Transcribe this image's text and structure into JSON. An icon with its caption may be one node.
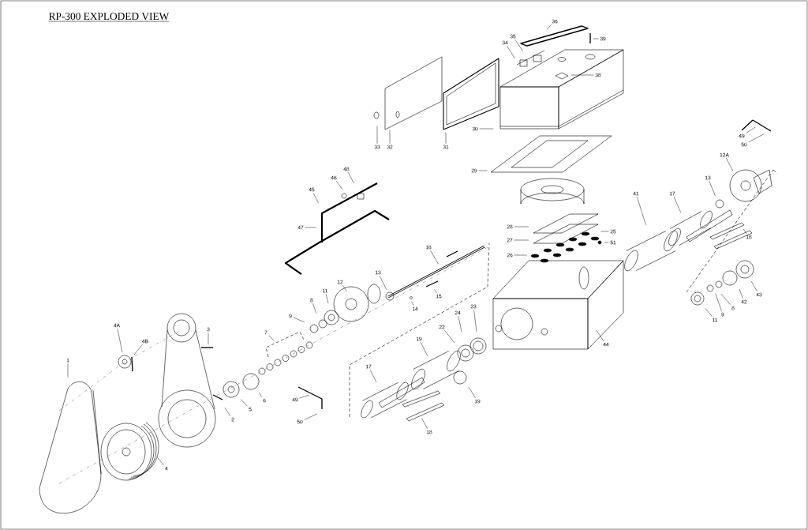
{
  "diagram": {
    "title": "RP-300 EXPLODED VIEW",
    "nodes": [
      {
        "text": [
          "36"
        ]
      },
      {
        "text": [
          "35"
        ]
      },
      {
        "text": [
          "39"
        ]
      },
      {
        "text": [
          "34"
        ]
      },
      {
        "text": [
          "38"
        ]
      },
      {
        "text": [
          "30"
        ]
      },
      {
        "text": [
          "49"
        ]
      },
      {
        "text": [
          "50"
        ]
      },
      {
        "text": [
          "33"
        ]
      },
      {
        "text": [
          "32"
        ]
      },
      {
        "text": [
          "31"
        ]
      },
      {
        "text": [
          "12A"
        ]
      },
      {
        "text": [
          "48"
        ]
      },
      {
        "text": [
          "29"
        ]
      },
      {
        "text": [
          "46"
        ]
      },
      {
        "text": [
          "13"
        ]
      },
      {
        "text": [
          "45"
        ]
      },
      {
        "text": [
          "17"
        ]
      },
      {
        "text": [
          "41"
        ]
      },
      {
        "text": [
          "47"
        ]
      },
      {
        "text": [
          "28"
        ]
      },
      {
        "text": [
          "25"
        ]
      },
      {
        "text": [
          "18"
        ]
      },
      {
        "text": [
          "27"
        ]
      },
      {
        "text": [
          "51"
        ]
      },
      {
        "text": [
          "16"
        ]
      },
      {
        "text": [
          "26"
        ]
      },
      {
        "text": [
          "13"
        ]
      },
      {
        "text": [
          "12"
        ]
      },
      {
        "text": [
          "43"
        ]
      },
      {
        "text": [
          "15"
        ]
      },
      {
        "text": [
          "42"
        ]
      },
      {
        "text": [
          "11"
        ]
      },
      {
        "text": [
          "14"
        ]
      },
      {
        "text": [
          "8"
        ]
      },
      {
        "text": [
          "23"
        ]
      },
      {
        "text": [
          "8"
        ]
      },
      {
        "text": [
          "9"
        ]
      },
      {
        "text": [
          "9"
        ]
      },
      {
        "text": [
          "24"
        ]
      },
      {
        "text": [
          "11"
        ]
      },
      {
        "text": [
          "22"
        ]
      },
      {
        "text": [
          "4A"
        ]
      },
      {
        "text": [
          "3"
        ]
      },
      {
        "text": [
          "7"
        ]
      },
      {
        "text": [
          "19"
        ]
      },
      {
        "text": [
          "4B"
        ]
      },
      {
        "text": [
          "44"
        ]
      },
      {
        "text": [
          "1"
        ]
      },
      {
        "text": [
          "17"
        ]
      },
      {
        "text": [
          "6"
        ]
      },
      {
        "text": [
          "19"
        ]
      },
      {
        "text": [
          "49"
        ]
      },
      {
        "text": [
          "5"
        ]
      },
      {
        "text": [
          "50"
        ]
      },
      {
        "text": [
          "2"
        ]
      },
      {
        "text": [
          "18"
        ]
      },
      {
        "text": [
          "4"
        ]
      }
    ],
    "edges": [
      {
        "from": 0,
        "to": null,
        "arrow": "none"
      },
      {
        "from": 1,
        "to": null,
        "arrow": "none"
      },
      {
        "from": 2,
        "to": null,
        "arrow": "none"
      },
      {
        "from": 3,
        "to": null,
        "arrow": "none"
      },
      {
        "from": 4,
        "to": null,
        "arrow": "none"
      },
      {
        "from": 5,
        "to": null,
        "arrow": "none"
      },
      {
        "from": 6,
        "to": null,
        "arrow": "none"
      },
      {
        "from": 7,
        "to": null,
        "arrow": "none"
      },
      {
        "from": 8,
        "to": null,
        "arrow": "none"
      },
      {
        "from": 9,
        "to": null,
        "arrow": "none"
      },
      {
        "from": 10,
        "to": null,
        "arrow": "none"
      },
      {
        "from": 11,
        "to": null,
        "arrow": "none"
      },
      {
        "from": 12,
        "to": null,
        "arrow": "none"
      },
      {
        "from": 13,
        "to": null,
        "arrow": "none"
      },
      {
        "from": 14,
        "to": null,
        "arrow": "none"
      },
      {
        "from": 15,
        "to": null,
        "arrow": "none"
      },
      {
        "from": 16,
        "to": null,
        "arrow": "none"
      },
      {
        "from": 17,
        "to": null,
        "arrow": "none"
      },
      {
        "from": 18,
        "to": null,
        "arrow": "none"
      },
      {
        "from": 19,
        "to": null,
        "arrow": "none"
      },
      {
        "from": 20,
        "to": null,
        "arrow": "none"
      },
      {
        "from": 21,
        "to": null,
        "arrow": "none"
      },
      {
        "from": 22,
        "to": null,
        "arrow": "none"
      },
      {
        "from": 23,
        "to": null,
        "arrow": "none"
      },
      {
        "from": 24,
        "to": null,
        "arrow": "none"
      },
      {
        "from": 25,
        "to": null,
        "arrow": "none"
      },
      {
        "from": 26,
        "to": null,
        "arrow": "none"
      },
      {
        "from": 27,
        "to": null,
        "arrow": "none"
      },
      {
        "from": 28,
        "to": null,
        "arrow": "none"
      },
      {
        "from": 29,
        "to": null,
        "arrow": "none"
      },
      {
        "from": 30,
        "to": null,
        "arrow": "none"
      },
      {
        "from": 31,
        "to": null,
        "arrow": "none"
      },
      {
        "from": 32,
        "to": null,
        "arrow": "none"
      },
      {
        "from": 33,
        "to": null,
        "arrow": "none"
      },
      {
        "from": 34,
        "to": null,
        "arrow": "none"
      },
      {
        "from": 35,
        "to": null,
        "arrow": "none"
      },
      {
        "from": 36,
        "to": null,
        "arrow": "none"
      },
      {
        "from": 37,
        "to": null,
        "arrow": "none"
      },
      {
        "from": 38,
        "to": null,
        "arrow": "none"
      },
      {
        "from": 39,
        "to": null,
        "arrow": "none"
      },
      {
        "from": 40,
        "to": null,
        "arrow": "none"
      },
      {
        "from": 41,
        "to": null,
        "arrow": "none"
      },
      {
        "from": 42,
        "to": null,
        "arrow": "none"
      },
      {
        "from": 43,
        "to": null,
        "arrow": "none"
      },
      {
        "from": 44,
        "to": null,
        "arrow": "none"
      },
      {
        "from": 45,
        "to": null,
        "arrow": "none"
      },
      {
        "from": 46,
        "to": null,
        "arrow": "none"
      },
      {
        "from": 47,
        "to": null,
        "arrow": "none"
      },
      {
        "from": 48,
        "to": null,
        "arrow": "none"
      },
      {
        "from": 49,
        "to": null,
        "arrow": "none"
      },
      {
        "from": 50,
        "to": null,
        "arrow": "none"
      },
      {
        "from": 51,
        "to": null,
        "arrow": "none"
      },
      {
        "from": 52,
        "to": null,
        "arrow": "none"
      },
      {
        "from": 53,
        "to": null,
        "arrow": "none"
      },
      {
        "from": 54,
        "to": null,
        "arrow": "none"
      },
      {
        "from": 55,
        "to": null,
        "arrow": "none"
      },
      {
        "from": 56,
        "to": null,
        "arrow": "none"
      },
      {
        "from": 57,
        "to": null,
        "arrow": "none"
      }
    ]
  }
}
